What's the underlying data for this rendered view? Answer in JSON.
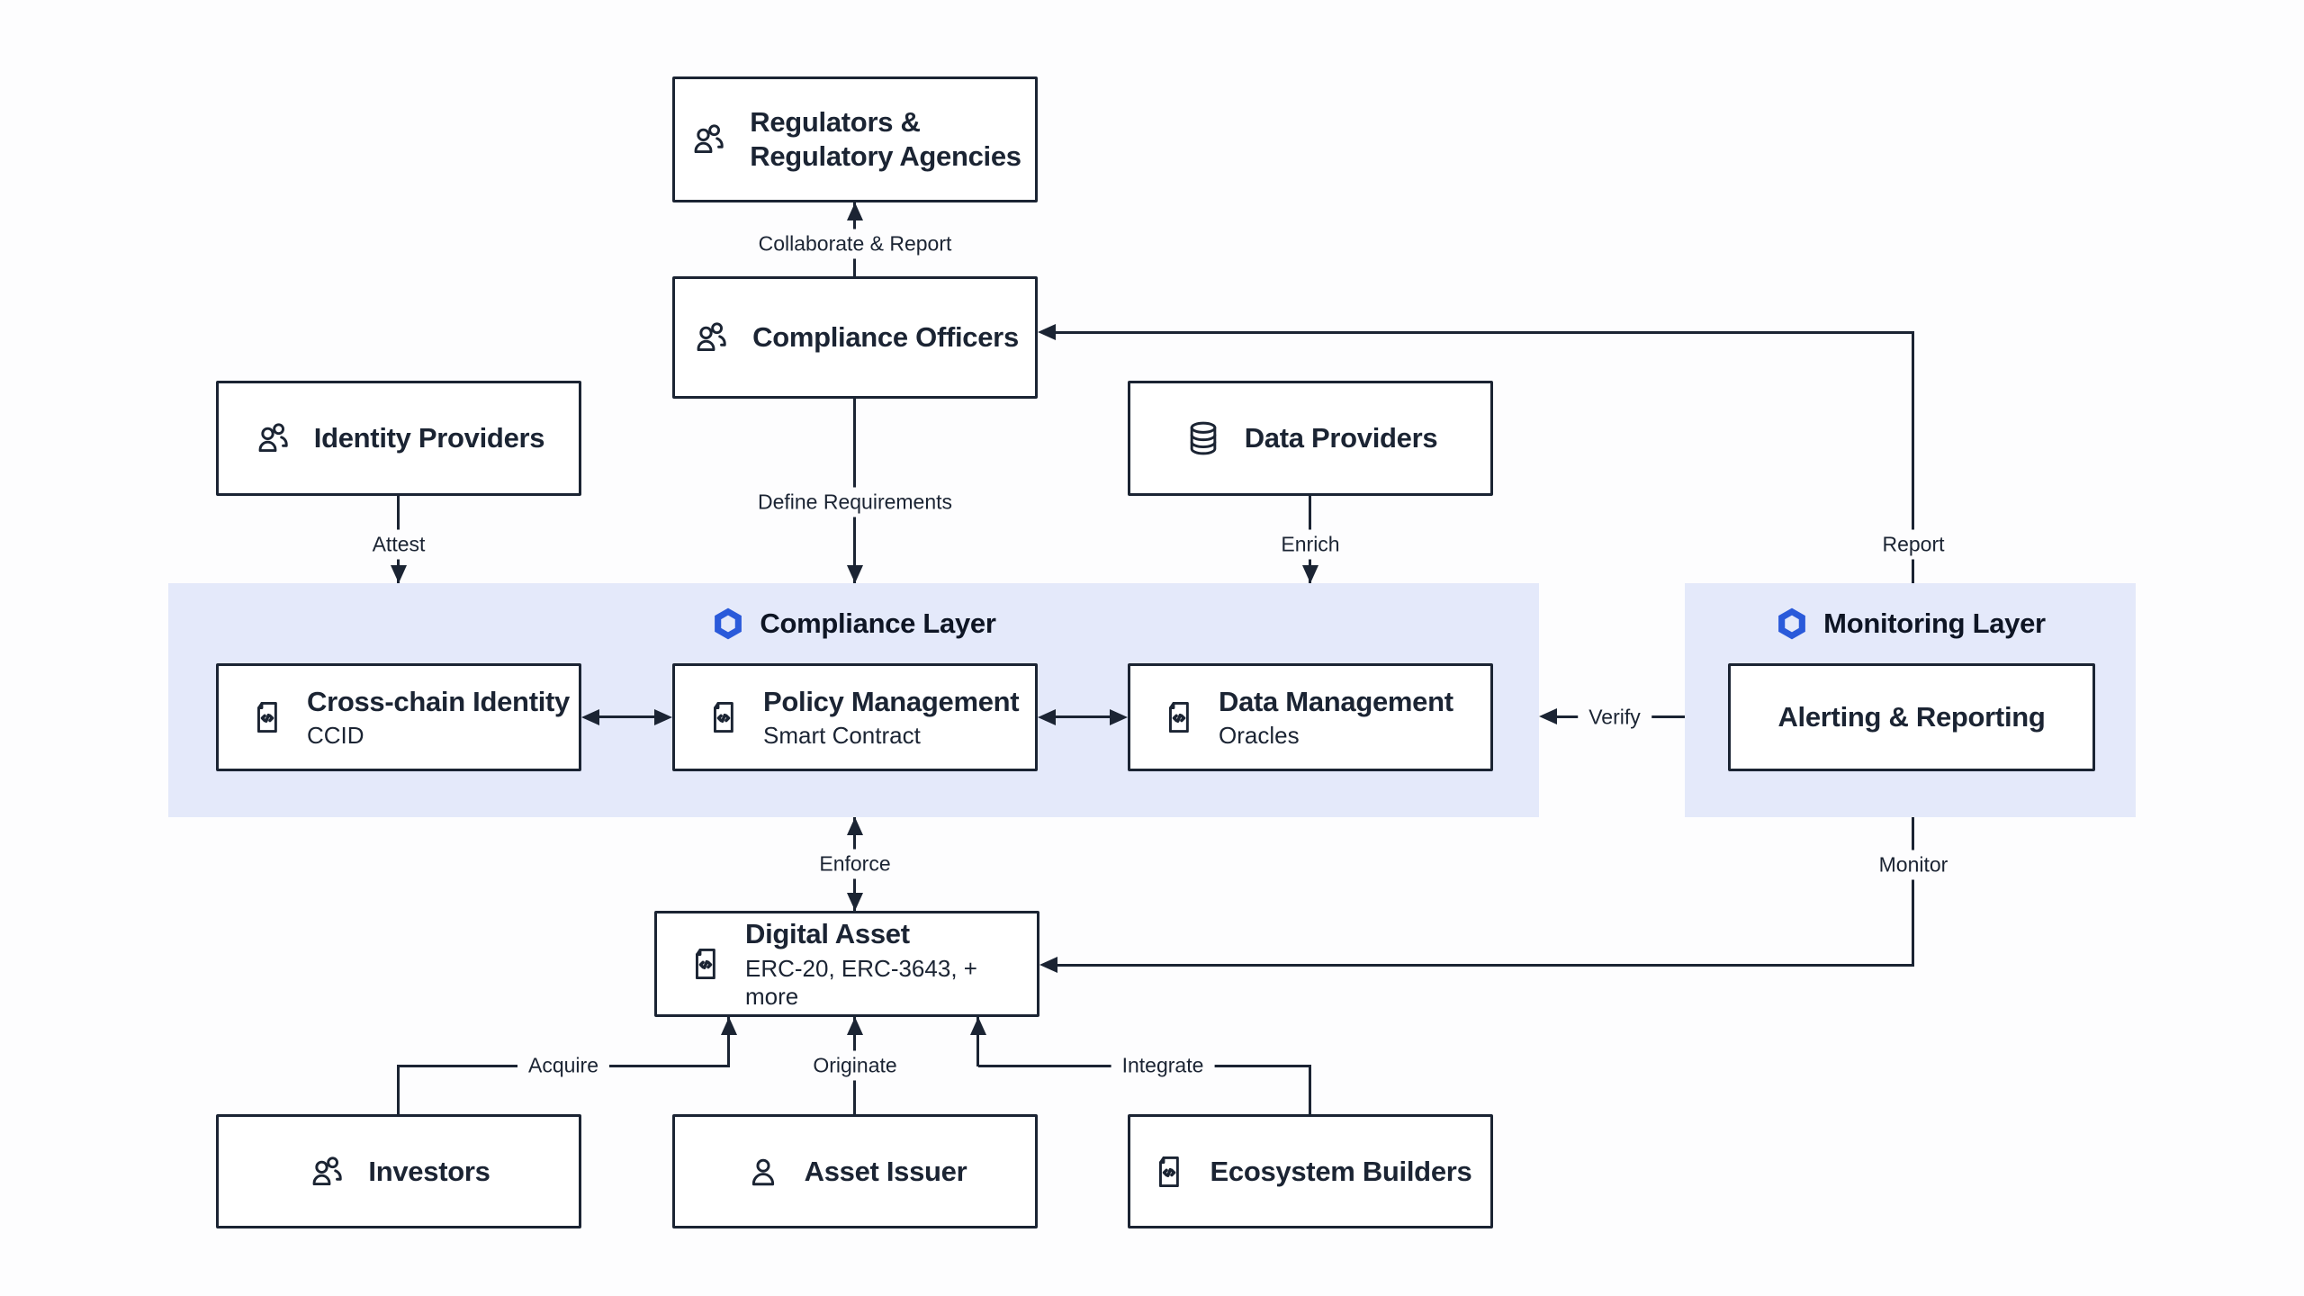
{
  "page": {
    "background": "#FDFDFE",
    "ink": "#1B2433",
    "band_fill": "#E4E9FA",
    "chainlink_blue": "#2A5ADA",
    "node_fill": "#FFFFFF"
  },
  "layers": {
    "compliance": {
      "title": "Compliance Layer",
      "icon": "chainlink-hexagon-icon"
    },
    "monitoring": {
      "title": "Monitoring Layer",
      "icon": "chainlink-hexagon-icon"
    }
  },
  "nodes": {
    "regulators": {
      "title_line1": "Regulators &",
      "title_line2": "Regulatory Agencies",
      "icon": "users-icon"
    },
    "compliance_officers": {
      "title": "Compliance Officers",
      "icon": "users-icon"
    },
    "identity_providers": {
      "title": "Identity Providers",
      "icon": "users-icon"
    },
    "data_providers": {
      "title": "Data Providers",
      "icon": "database-icon"
    },
    "cross_chain_identity": {
      "title": "Cross-chain Identity",
      "subtitle": "CCID",
      "icon": "file-code-icon"
    },
    "policy_management": {
      "title": "Policy Management",
      "subtitle": "Smart Contract",
      "icon": "file-code-icon"
    },
    "data_management": {
      "title": "Data Management",
      "subtitle": "Oracles",
      "icon": "file-code-icon"
    },
    "alerting_reporting": {
      "title": "Alerting & Reporting"
    },
    "digital_asset": {
      "title": "Digital Asset",
      "subtitle": "ERC-20, ERC-3643, + more",
      "icon": "file-code-icon"
    },
    "investors": {
      "title": "Investors",
      "icon": "users-icon"
    },
    "asset_issuer": {
      "title": "Asset Issuer",
      "icon": "user-icon"
    },
    "ecosystem_builders": {
      "title": "Ecosystem Builders",
      "icon": "file-code-icon"
    }
  },
  "edges": {
    "collaborate_report": "Collaborate & Report",
    "define_requirements": "Define Requirements",
    "attest": "Attest",
    "enrich": "Enrich",
    "report": "Report",
    "verify": "Verify",
    "enforce": "Enforce",
    "monitor": "Monitor",
    "acquire": "Acquire",
    "originate": "Originate",
    "integrate": "Integrate"
  }
}
